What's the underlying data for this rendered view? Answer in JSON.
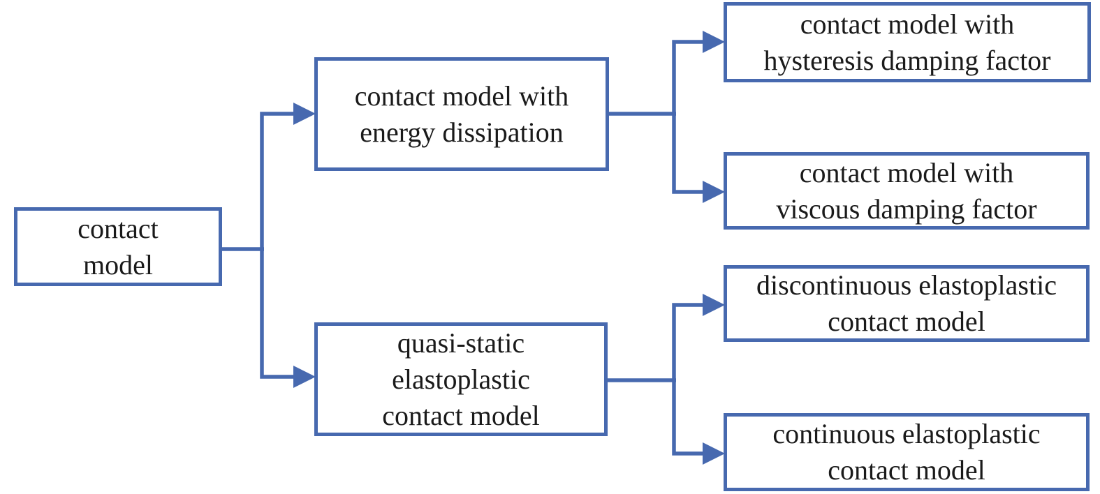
{
  "colors": {
    "stroke": "#4769af",
    "box_fill": "#ffffff",
    "text": "#1a1a1a",
    "background": "#ffffff"
  },
  "nodes": {
    "root": {
      "lines": [
        "contact",
        "model"
      ]
    },
    "energy": {
      "lines": [
        "contact model with",
        "energy dissipation"
      ]
    },
    "quasi": {
      "lines": [
        "quasi-static",
        "elastoplastic",
        "contact model"
      ]
    },
    "hysteresis": {
      "lines": [
        "contact model with",
        "hysteresis damping factor"
      ]
    },
    "viscous": {
      "lines": [
        "contact model with",
        "viscous damping factor"
      ]
    },
    "discontinuous": {
      "lines": [
        "discontinuous elastoplastic",
        "contact model"
      ]
    },
    "continuous": {
      "lines": [
        "continuous elastoplastic",
        "contact model"
      ]
    }
  },
  "edges": [
    {
      "from": "contact model",
      "to": "contact model with energy dissipation"
    },
    {
      "from": "contact model",
      "to": "quasi-static elastoplastic contact model"
    },
    {
      "from": "contact model with energy dissipation",
      "to": "contact model with hysteresis damping factor"
    },
    {
      "from": "contact model with energy dissipation",
      "to": "contact model with viscous damping factor"
    },
    {
      "from": "quasi-static elastoplastic contact model",
      "to": "discontinuous elastoplastic contact model"
    },
    {
      "from": "quasi-static elastoplastic contact model",
      "to": "continuous elastoplastic contact model"
    }
  ]
}
